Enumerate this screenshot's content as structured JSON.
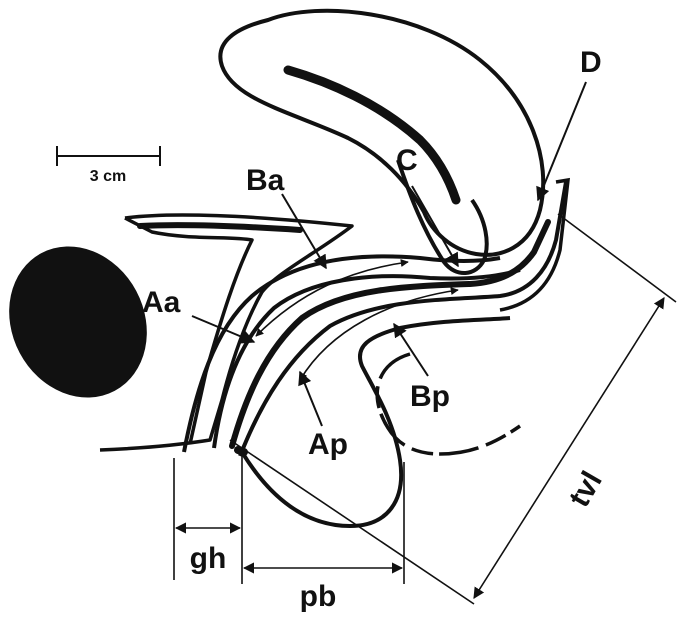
{
  "scale_bar": {
    "label": "3 cm"
  },
  "labels": {
    "aa": "Aa",
    "ba": "Ba",
    "c": "C",
    "d": "D",
    "ap": "Ap",
    "bp": "Bp",
    "gh": "gh",
    "pb": "pb",
    "tvl": "tvl"
  },
  "colors": {
    "ink": "#111111",
    "paper": "#ffffff"
  }
}
